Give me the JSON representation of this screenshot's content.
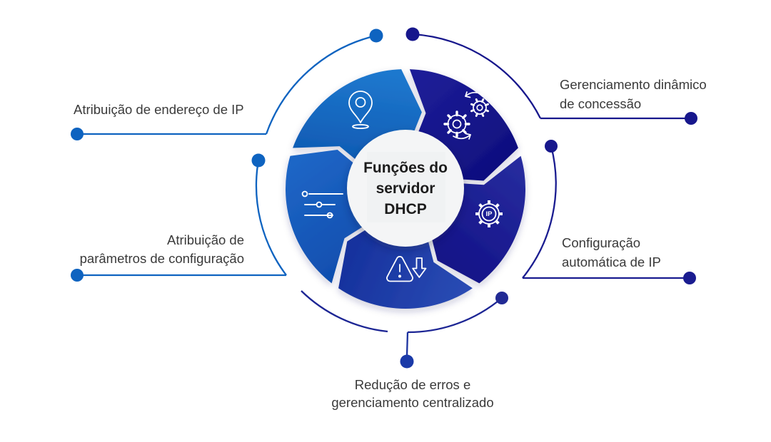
{
  "title": "Funções do servidor DHCP",
  "center": {
    "line1": "Funções do",
    "line2": "servidor",
    "line3": "DHCP"
  },
  "labels": {
    "ip_address": {
      "text": "Atribuição de endereço de IP"
    },
    "dynamic_lease": {
      "line1": "Gerenciamento dinâmico",
      "line2": "de concessão"
    },
    "auto_ip": {
      "line1": "Configuração",
      "line2": "automática de IP"
    },
    "error_reduction": {
      "line1": "Redução de erros e",
      "line2": "gerenciamento centralizado"
    },
    "config_params": {
      "line1": "Atribuição de",
      "line2": "parâmetros de configuração"
    }
  },
  "icon_ip_label": "IP",
  "segments": [
    {
      "name": "atribuicao-endereco-ip",
      "icon": "location-pin-icon",
      "color": "#1468BE"
    },
    {
      "name": "gerenciamento-dinamico-concessao",
      "icon": "gears-sync-icon",
      "color": "#14148A"
    },
    {
      "name": "configuracao-automatica-ip",
      "icon": "ip-gear-icon",
      "color": "#1B1D92"
    },
    {
      "name": "reducao-de-erros",
      "icon": "warning-download-icon",
      "color": "#1C3AA6"
    },
    {
      "name": "atribuicao-parametros",
      "icon": "sliders-icon",
      "color": "#1357B8"
    }
  ],
  "colors": {
    "accent_blue": "#0E63C0",
    "accent_navy": "#17178C",
    "accent_royal": "#1C33A0",
    "background": "#FFFFFF",
    "text": "#3A3A3A"
  }
}
